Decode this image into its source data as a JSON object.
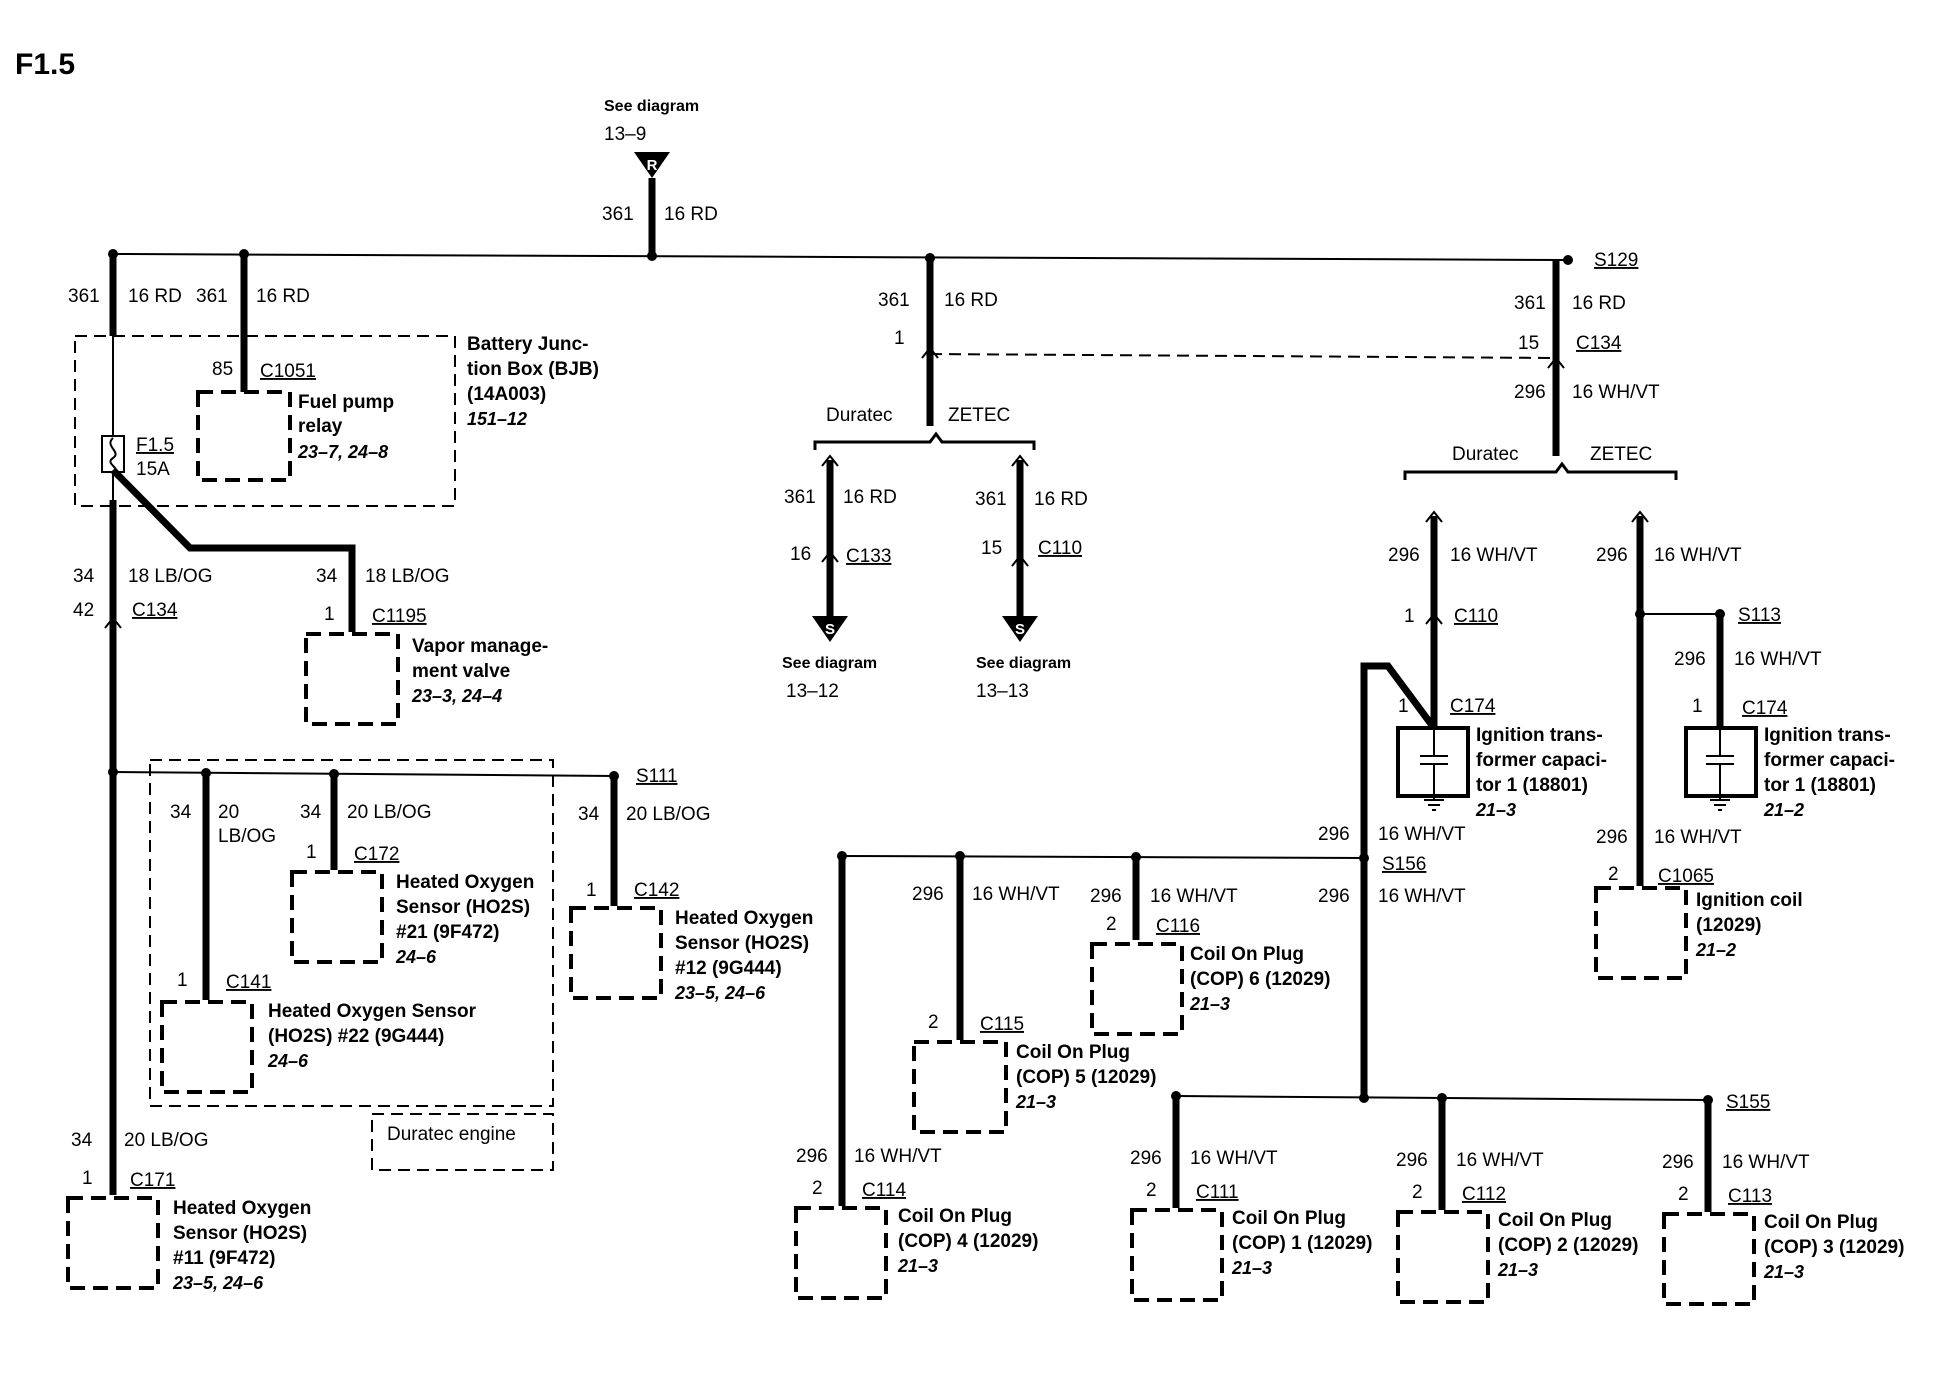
{
  "page_title": "F1.5",
  "source_ref": {
    "text": "See diagram",
    "page": "13–9",
    "symbol": "R"
  },
  "main_wire": {
    "circuit": "361",
    "color": "16 RD"
  },
  "bjb": {
    "feed_left": {
      "circuit": "361",
      "color": "16 RD"
    },
    "feed_right": {
      "circuit": "361",
      "color": "16 RD"
    },
    "name": [
      "Battery Junc-",
      "tion Box (BJB)",
      "(14A003)"
    ],
    "ref": "151–12",
    "fuse": {
      "id": "F1.5",
      "rating": "15A"
    },
    "relay": {
      "pin": "85",
      "connector": "C1051",
      "name": [
        "Fuel pump",
        "relay"
      ],
      "ref": "23–7, 24–8"
    }
  },
  "left_branch": {
    "wire_main": {
      "circuit": "34",
      "color": "18 LB/OG"
    },
    "c134": {
      "pin": "42",
      "connector": "C134"
    },
    "vapor": {
      "circuit": "34",
      "color": "18 LB/OG",
      "pin": "1",
      "connector": "C1195",
      "name": [
        "Vapor manage-",
        "ment valve"
      ],
      "ref": "23–3, 24–4"
    },
    "splice": "S111",
    "ho2s_22": {
      "circuit": "34",
      "color": [
        "20",
        "LB/OG"
      ],
      "pin": "1",
      "connector": "C141",
      "name": [
        "Heated Oxygen Sensor",
        "(HO2S) #22 (9G444)"
      ],
      "ref": "24–6"
    },
    "ho2s_21": {
      "circuit": "34",
      "color": "20 LB/OG",
      "pin": "1",
      "connector": "C172",
      "name": [
        "Heated Oxygen",
        "Sensor (HO2S)",
        "#21 (9F472)"
      ],
      "ref": "24–6"
    },
    "ho2s_12": {
      "circuit": "34",
      "color": "20 LB/OG",
      "pin": "1",
      "connector": "C142",
      "name": [
        "Heated Oxygen",
        "Sensor (HO2S)",
        "#12 (9G444)"
      ],
      "ref": "23–5, 24–6"
    },
    "duratec_label": "Duratec engine",
    "ho2s_11": {
      "circuit": "34",
      "color": "20 LB/OG",
      "pin": "1",
      "connector": "C171",
      "name": [
        "Heated Oxygen",
        "Sensor (HO2S)",
        "#11 (9F472)"
      ],
      "ref": "23–5, 24–6"
    }
  },
  "middle_branch": {
    "wire": {
      "circuit": "361",
      "color": "16 RD",
      "pin": "1"
    },
    "duratec": "Duratec",
    "zetec": "ZETEC",
    "left": {
      "circuit": "361",
      "color": "16 RD",
      "pin": "16",
      "connector": "C133",
      "symbol": "S",
      "see": "See diagram",
      "page": "13–12"
    },
    "right": {
      "circuit": "361",
      "color": "16 RD",
      "pin": "15",
      "connector": "C110",
      "symbol": "S",
      "see": "See diagram",
      "page": "13–13"
    }
  },
  "right_branch": {
    "splice": "S129",
    "wire_in": {
      "circuit": "361",
      "color": "16 RD"
    },
    "c134": {
      "pin": "15",
      "connector": "C134"
    },
    "wire_out": {
      "circuit": "296",
      "color": "16 WH/VT"
    },
    "duratec": "Duratec",
    "zetec": "ZETEC",
    "duratec_wire": {
      "circuit": "296",
      "color": "16 WH/VT",
      "pin": "1",
      "connector": "C110"
    },
    "cap_duratec": {
      "pin": "1",
      "connector": "C174",
      "name": [
        "Ignition trans-",
        "former capaci-",
        "tor 1 (18801)"
      ],
      "ref": "21–3"
    },
    "zetec_wire": {
      "circuit": "296",
      "color": "16 WH/VT"
    },
    "s113": {
      "splice": "S113",
      "circuit": "296",
      "color": "16 WH/VT"
    },
    "cap_zetec": {
      "pin": "1",
      "connector": "C174",
      "name": [
        "Ignition trans-",
        "former capaci-",
        "tor 1 (18801)"
      ],
      "ref": "21–2"
    },
    "coil_wire": {
      "circuit": "296",
      "color": "16 WH/VT"
    },
    "ignition_coil": {
      "pin": "2",
      "connector": "C1065",
      "name": [
        "Ignition coil",
        "(12029)"
      ],
      "ref": "21–2"
    },
    "s156": {
      "splice": "S156",
      "in": {
        "circuit": "296",
        "color": "16 WH/VT"
      },
      "out": {
        "circuit": "296",
        "color": "16 WH/VT"
      }
    },
    "s155": "S155",
    "cop5": {
      "circuit": "296",
      "color": "16 WH/VT",
      "pin": "2",
      "connector": "C115",
      "name": [
        "Coil On Plug",
        "(COP) 5 (12029)"
      ],
      "ref": "21–3"
    },
    "cop6": {
      "circuit": "296",
      "color": "16 WH/VT",
      "pin": "2",
      "connector": "C116",
      "name": [
        "Coil On Plug",
        "(COP) 6 (12029)"
      ],
      "ref": "21–3"
    },
    "cop4": {
      "circuit": "296",
      "color": "16 WH/VT",
      "pin": "2",
      "connector": "C114",
      "name": [
        "Coil On Plug",
        "(COP) 4 (12029)"
      ],
      "ref": "21–3"
    },
    "cop1": {
      "circuit": "296",
      "color": "16 WH/VT",
      "pin": "2",
      "connector": "C111",
      "name": [
        "Coil On Plug",
        "(COP) 1 (12029)"
      ],
      "ref": "21–3"
    },
    "cop2": {
      "circuit": "296",
      "color": "16 WH/VT",
      "pin": "2",
      "connector": "C112",
      "name": [
        "Coil On Plug",
        "(COP) 2 (12029)"
      ],
      "ref": "21–3"
    },
    "cop3": {
      "circuit": "296",
      "color": "16 WH/VT",
      "pin": "2",
      "connector": "C113",
      "name": [
        "Coil On Plug",
        "(COP) 3 (12029)"
      ],
      "ref": "21–3"
    }
  }
}
